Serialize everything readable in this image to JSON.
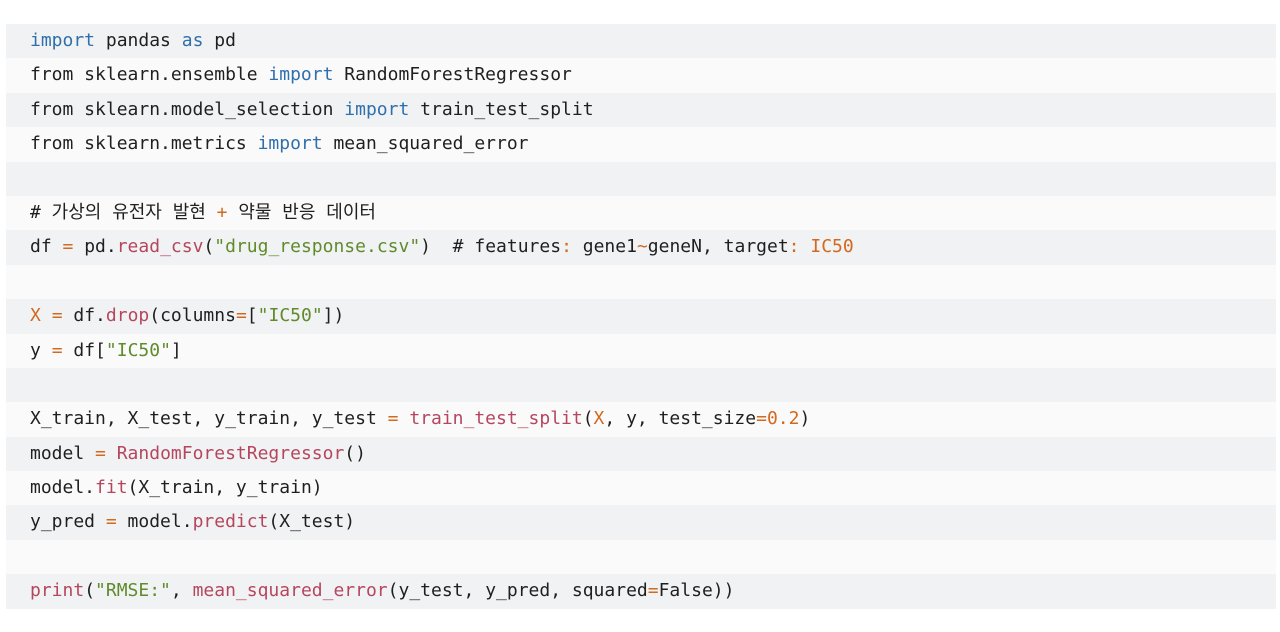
{
  "code": {
    "language": "python",
    "lines": [
      [
        {
          "t": "kw",
          "v": "import"
        },
        {
          "t": "pl",
          "v": " pandas "
        },
        {
          "t": "kw",
          "v": "as"
        },
        {
          "t": "pl",
          "v": " pd"
        }
      ],
      [
        {
          "t": "pl",
          "v": "from sklearn.ensemble "
        },
        {
          "t": "kw",
          "v": "import"
        },
        {
          "t": "pl",
          "v": " RandomForestRegressor"
        }
      ],
      [
        {
          "t": "pl",
          "v": "from sklearn.model_selection "
        },
        {
          "t": "kw",
          "v": "import"
        },
        {
          "t": "pl",
          "v": " train_test_split"
        }
      ],
      [
        {
          "t": "pl",
          "v": "from sklearn.metrics "
        },
        {
          "t": "kw",
          "v": "import"
        },
        {
          "t": "pl",
          "v": " mean_squared_error"
        }
      ],
      [],
      [
        {
          "t": "cm",
          "v": "# 가상의 유전자 발현 "
        },
        {
          "t": "op",
          "v": "+"
        },
        {
          "t": "cm",
          "v": " 약물 반응 데이터"
        }
      ],
      [
        {
          "t": "pl",
          "v": "df "
        },
        {
          "t": "op",
          "v": "="
        },
        {
          "t": "pl",
          "v": " pd."
        },
        {
          "t": "fn",
          "v": "read_csv"
        },
        {
          "t": "pl",
          "v": "("
        },
        {
          "t": "st",
          "v": "\"drug_response.csv\""
        },
        {
          "t": "pl",
          "v": ")  # features"
        },
        {
          "t": "op",
          "v": ":"
        },
        {
          "t": "pl",
          "v": " gene1"
        },
        {
          "t": "op",
          "v": "~"
        },
        {
          "t": "pl",
          "v": "geneN, target"
        },
        {
          "t": "op",
          "v": ":"
        },
        {
          "t": "pl",
          "v": " "
        },
        {
          "t": "nu",
          "v": "IC50"
        }
      ],
      [],
      [
        {
          "t": "vr",
          "v": "X"
        },
        {
          "t": "pl",
          "v": " "
        },
        {
          "t": "op",
          "v": "="
        },
        {
          "t": "pl",
          "v": " df."
        },
        {
          "t": "fn",
          "v": "drop"
        },
        {
          "t": "pl",
          "v": "(columns"
        },
        {
          "t": "op",
          "v": "="
        },
        {
          "t": "pl",
          "v": "["
        },
        {
          "t": "st",
          "v": "\"IC50\""
        },
        {
          "t": "pl",
          "v": "])"
        }
      ],
      [
        {
          "t": "pl",
          "v": "y "
        },
        {
          "t": "op",
          "v": "="
        },
        {
          "t": "pl",
          "v": " df["
        },
        {
          "t": "st",
          "v": "\"IC50\""
        },
        {
          "t": "pl",
          "v": "]"
        }
      ],
      [],
      [
        {
          "t": "pl",
          "v": "X_train, X_test, y_train, y_test "
        },
        {
          "t": "op",
          "v": "="
        },
        {
          "t": "pl",
          "v": " "
        },
        {
          "t": "fn",
          "v": "train_test_split"
        },
        {
          "t": "pl",
          "v": "("
        },
        {
          "t": "vr",
          "v": "X"
        },
        {
          "t": "pl",
          "v": ", y, test_size"
        },
        {
          "t": "op",
          "v": "="
        },
        {
          "t": "nu",
          "v": "0.2"
        },
        {
          "t": "pl",
          "v": ")"
        }
      ],
      [
        {
          "t": "pl",
          "v": "model "
        },
        {
          "t": "op",
          "v": "="
        },
        {
          "t": "pl",
          "v": " "
        },
        {
          "t": "fn",
          "v": "RandomForestRegressor"
        },
        {
          "t": "pl",
          "v": "()"
        }
      ],
      [
        {
          "t": "pl",
          "v": "model."
        },
        {
          "t": "fn",
          "v": "fit"
        },
        {
          "t": "pl",
          "v": "(X_train, y_train)"
        }
      ],
      [
        {
          "t": "pl",
          "v": "y_pred "
        },
        {
          "t": "op",
          "v": "="
        },
        {
          "t": "pl",
          "v": " model."
        },
        {
          "t": "fn",
          "v": "predict"
        },
        {
          "t": "pl",
          "v": "(X_test)"
        }
      ],
      [],
      [
        {
          "t": "fn",
          "v": "print"
        },
        {
          "t": "pl",
          "v": "("
        },
        {
          "t": "st",
          "v": "\"RMSE:\""
        },
        {
          "t": "pl",
          "v": ", "
        },
        {
          "t": "fn",
          "v": "mean_squared_error"
        },
        {
          "t": "pl",
          "v": "(y_test, y_pred, squared"
        },
        {
          "t": "op",
          "v": "="
        },
        {
          "t": "pl",
          "v": "False))"
        }
      ]
    ]
  },
  "colors": {
    "keyword": "#2f6fab",
    "function": "#b5465e",
    "string": "#5f8b2c",
    "number": "#d2691e",
    "operator": "#d2691e",
    "text": "#1f1f1f",
    "row_odd": "#f1f2f4",
    "row_even": "#fafafa"
  }
}
